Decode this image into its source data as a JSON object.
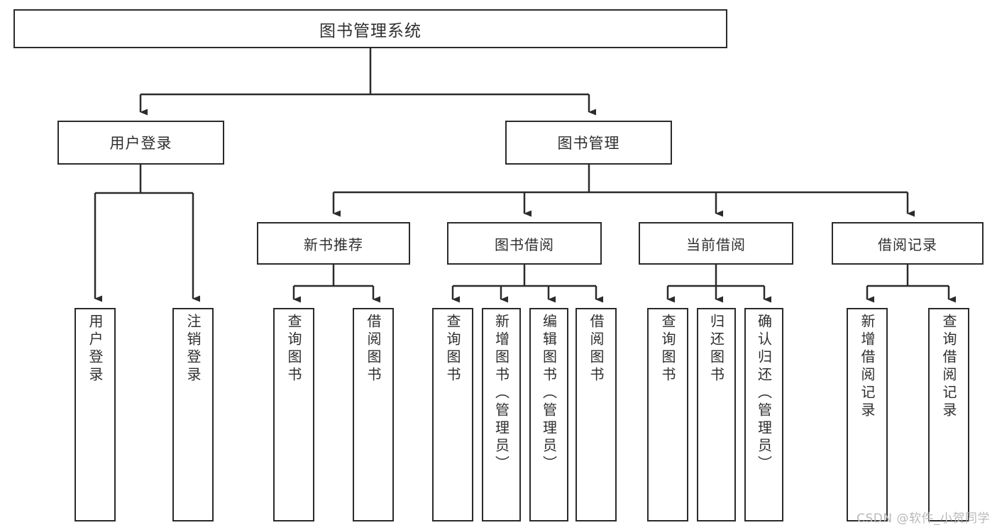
{
  "diagram": {
    "title": "图书管理系统",
    "type": "tree-hierarchy-diagram",
    "colors": {
      "border": "#2b2b2b",
      "text": "#2f2f2f",
      "background": "#ffffff",
      "watermark": "#b9b9b9"
    }
  },
  "nodes": {
    "root": {
      "label": "图书管理系统"
    },
    "level2": [
      {
        "label": "用户登录"
      },
      {
        "label": "图书管理"
      }
    ],
    "level3": [
      {
        "label": "新书推荐"
      },
      {
        "label": "图书借阅"
      },
      {
        "label": "当前借阅"
      },
      {
        "label": "借阅记录"
      }
    ],
    "leaves": {
      "user_login": [
        {
          "label": "用户登录"
        },
        {
          "label": "注销登录"
        }
      ],
      "new_book_recommend": [
        {
          "label": "查询图书"
        },
        {
          "label": "借阅图书"
        }
      ],
      "book_borrow": [
        {
          "label": "查询图书"
        },
        {
          "label": "新增图书（管理员）"
        },
        {
          "label": "编辑图书（管理员）"
        },
        {
          "label": "借阅图书"
        }
      ],
      "current_borrow": [
        {
          "label": "查询图书"
        },
        {
          "label": "归还图书"
        },
        {
          "label": "确认归还（管理员）"
        }
      ],
      "borrow_record": [
        {
          "label": "新增借阅记录"
        },
        {
          "label": "查询借阅记录"
        }
      ]
    }
  },
  "watermark": {
    "text": "CSDN @软件_小贺同学"
  }
}
